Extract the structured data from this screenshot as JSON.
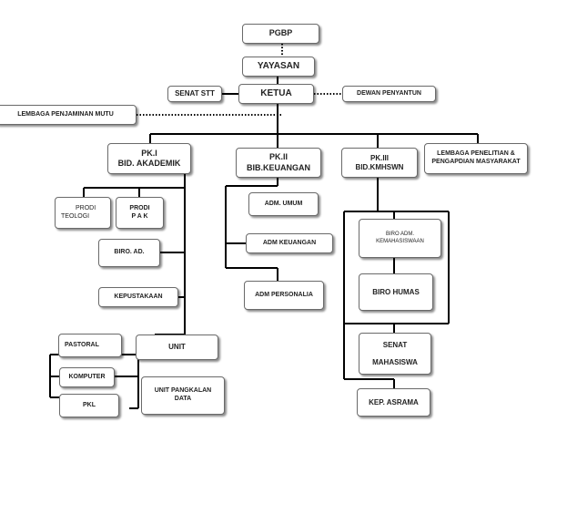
{
  "boxes": {
    "pgbp": "PGBP",
    "yayasan": "YAYASAN",
    "senat_stt": "SENAT STT",
    "ketua": "KETUA",
    "dewan_penyantun": "DEWAN PENYANTUN",
    "lembaga_penjaminan_mutu": "LEMBAGA PENJAMINAN MUTU",
    "pk1": [
      "PK.I",
      "BID.  AKADEMIK"
    ],
    "pk2": [
      "PK.II",
      "BIB.KEUANGAN"
    ],
    "pk3": [
      "PK.III",
      "BID.KMHSWN"
    ],
    "lembaga_penelitian": [
      "LEMBAGA PENELITIAN &",
      "PENGAPDIAN MASYARAKAT"
    ],
    "prodi_teologi": [
      "PRODI",
      "TEOLOGI"
    ],
    "prodi_pak": [
      "PRODI",
      "P A K"
    ],
    "biro_ad": "BIRO. AD.",
    "kepustakaan": "KEPUSTAKAAN",
    "pastoral": "PASTORAL",
    "unit": "UNIT",
    "komputer": "KOMPUTER",
    "pkl": "PKL",
    "unit_pangkalan_data": [
      "UNIT PANGKALAN",
      "DATA"
    ],
    "adm_umum": "ADM. UMUM",
    "adm_keuangan": "ADM KEUANGAN",
    "adm_personalia": "ADM PERSONALIA",
    "biro_adm_kemahasiswaan": [
      "BIRO  ADM.",
      "KEMAHASISWAAN"
    ],
    "biro_humas": "BIRO HUMAS",
    "senat_mahasiswa": [
      "SENAT",
      "MAHASISWA"
    ],
    "kep_asrama": "KEP. ASRAMA"
  }
}
